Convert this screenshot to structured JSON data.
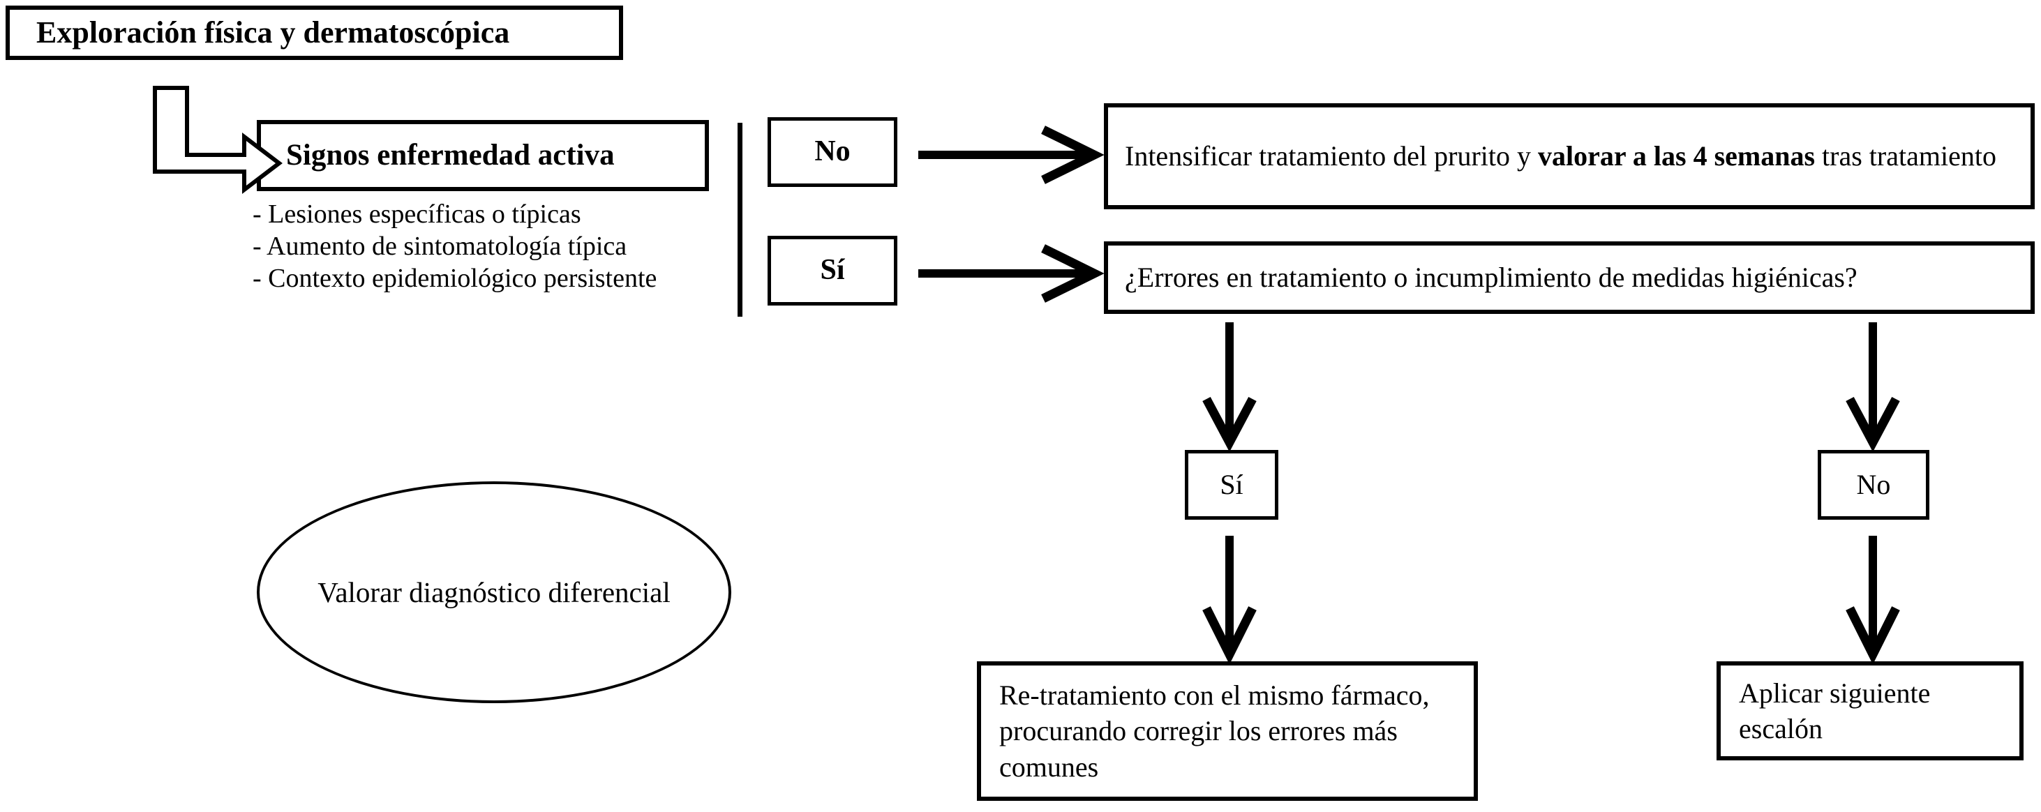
{
  "diagram": {
    "title": "Exploración física y dermatoscópica",
    "language": "es"
  },
  "nodes": {
    "title_box": {
      "label": "Exploración física y dermatoscópica"
    },
    "signos_box": {
      "label": "Signos enfermedad activa"
    },
    "signos_list": {
      "items": [
        "- Lesiones específicas o típicas",
        "- Aumento de sintomatología típica",
        "- Contexto epidemiológico persistente"
      ]
    },
    "branch_labels": {
      "no_upper": "No",
      "si_lower": "Sí"
    },
    "intensificar_box": {
      "text_pre": "Intensificar tratamiento del prurito y ",
      "text_bold": "valorar a las 4 semanas",
      "text_post": " tras tratamiento"
    },
    "errores_box": {
      "label": "¿Errores en tratamiento o incumplimiento de medidas higiénicas?"
    },
    "errores_branches": {
      "si": "Sí",
      "no": "No"
    },
    "retratamiento_box": {
      "label": "Re-tratamiento con el mismo fármaco, procurando corregir los errores más comunes"
    },
    "escalon_box": {
      "label": "Aplicar siguiente escalón"
    },
    "ellipse": {
      "label": "Valorar diagnóstico diferencial"
    }
  },
  "connectors": {
    "bent_arrow": "elbow-arrow-title-to-signos",
    "arrow_no_to_intensificar": "arrow-right",
    "arrow_si_to_errores": "arrow-right",
    "arrow_errores_to_si": "arrow-down",
    "arrow_si_to_retratamiento": "arrow-down",
    "arrow_errores_to_no": "arrow-down",
    "arrow_no_to_escalon": "arrow-down",
    "divider": "vertical-rule"
  },
  "colors": {
    "stroke": "#000000",
    "fill": "#ffffff",
    "text": "#000000"
  }
}
